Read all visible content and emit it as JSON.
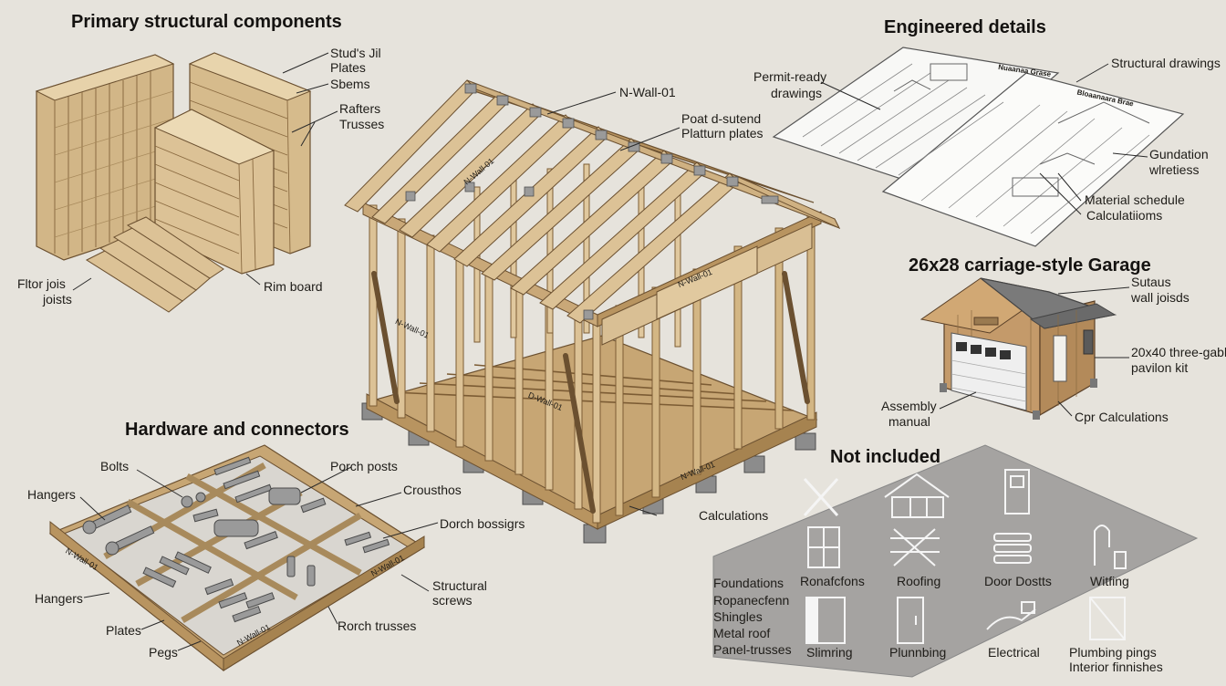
{
  "sections": {
    "primary": "Primary structural components",
    "engineered": "Engineered details",
    "garage": "26x28 carriage-style Garage",
    "hardware": "Hardware and connectors",
    "not_included": "Not included"
  },
  "primary_labels": {
    "studs": "Stud's Jil",
    "plates": "Plates",
    "sbems": "Sbems",
    "rafters": "Rafters",
    "trusses": "Trusses",
    "floor_joists_1": "Fltor jois",
    "floor_joists_2": "joists",
    "rim_board": "Rim board"
  },
  "frame_labels": {
    "n_wall": "N-Wall-01",
    "post_1": "Poat d-sutend",
    "post_2": "Platturn plates",
    "calculations": "Calculations",
    "tag_wall_a": "N-Wall-01",
    "tag_wall_b": "N-Wall-01",
    "tag_wall_c": "D-Wall-01",
    "tag_wall_d": "N-Wall-01",
    "tag_wall_e": "N-Wall-01"
  },
  "engineered_labels": {
    "permit_1": "Permit-ready",
    "permit_2": "drawings",
    "structural": "Structural drawings",
    "foundation_1": "Gundation",
    "foundation_2": "wlretiess",
    "material": "Material schedule",
    "calcs": "Calculatiioms",
    "sheet_title_1": "Nuaanaa Grase",
    "sheet_title_2": "Bloaanaara Brae"
  },
  "garage_labels": {
    "sutaus_1": "Sutaus",
    "sutaus_2": "wall joisds",
    "pavilion_1": "20x40 three-gable",
    "pavilion_2": "pavilon kit",
    "assembly_1": "Assembly",
    "assembly_2": "manual",
    "cpr": "Cpr Calculations"
  },
  "hardware_labels": {
    "bolts": "Bolts",
    "hangers_top": "Hangers",
    "porch_posts": "Porch posts",
    "crousthos": "Crousthos",
    "dorch": "Dorch bossigrs",
    "structural_1": "Structural",
    "structural_2": "screws",
    "hangers_bottom": "Hangers",
    "plates": "Plates",
    "pegs": "Pegs",
    "porch_trusses": "Rorch trusses",
    "tag_left": "N-Wall-01",
    "tag_right": "N-Wall-01",
    "tag_bottom": "N-Wall-01"
  },
  "not_included_list": [
    "Foundations",
    "Ropanecfenn",
    "Shingles",
    "Metal roof",
    "Panel-trusses"
  ],
  "not_included_icons": {
    "ronafons": "Ronafcfons",
    "roofing": "Roofing",
    "door": "Door Dostts",
    "witing": "Witfing",
    "slimring": "Slimring",
    "plumbing": "Plunnbing",
    "electrical": "Electrical",
    "plumbing_pipes_1": "Plumbing pings",
    "plumbing_pipes_2": "Interior finnishes"
  },
  "icons": [
    "x-mark-icon",
    "house-outline-icon",
    "door-icon",
    "window-icon",
    "crossed-roof-icon",
    "radiator-icon",
    "faucet-icon",
    "doorway-icon",
    "tall-door-icon",
    "electrical-cable-icon",
    "diagonal-panel-icon"
  ],
  "colors": {
    "background": "#e6e3dc",
    "wood": "#d9bf94",
    "wood_dark": "#a07c50",
    "concrete": "#8c8c8c",
    "plate_gray": "#9a9a9a",
    "roof": "#7a7a7a"
  }
}
